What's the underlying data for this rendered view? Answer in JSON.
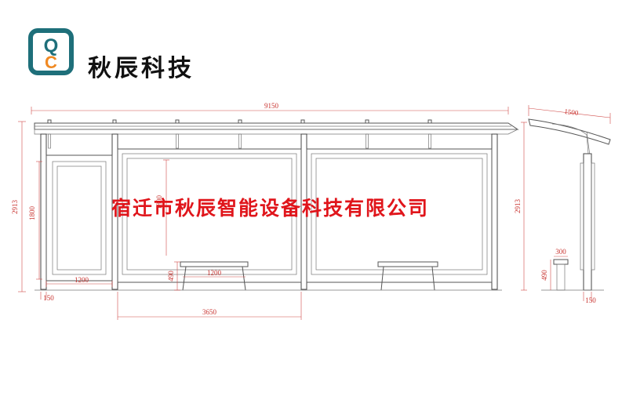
{
  "brand": {
    "logo_letters": [
      "Q",
      "C"
    ],
    "name": "秋辰科技",
    "colors": {
      "logo_teal": "#1e6f7a",
      "logo_orange": "#f08a24"
    }
  },
  "watermark": "宿迁市秋辰智能设备科技有限公司",
  "dimensions": {
    "front_width": "9150",
    "front_height": "2913",
    "ad_height": "1800",
    "ad_width": "1200",
    "post_width": "150",
    "bench_height": "490",
    "bench_width": "1200",
    "panel_width": "3650",
    "panel_height": "1800",
    "side_depth": "1500",
    "side_height": "2913",
    "side_bench_width": "300",
    "side_bench_height": "490",
    "side_post_width": "150"
  },
  "colors": {
    "dimension": "#c8322e",
    "outline": "#555555",
    "watermark": "#e0151b"
  }
}
